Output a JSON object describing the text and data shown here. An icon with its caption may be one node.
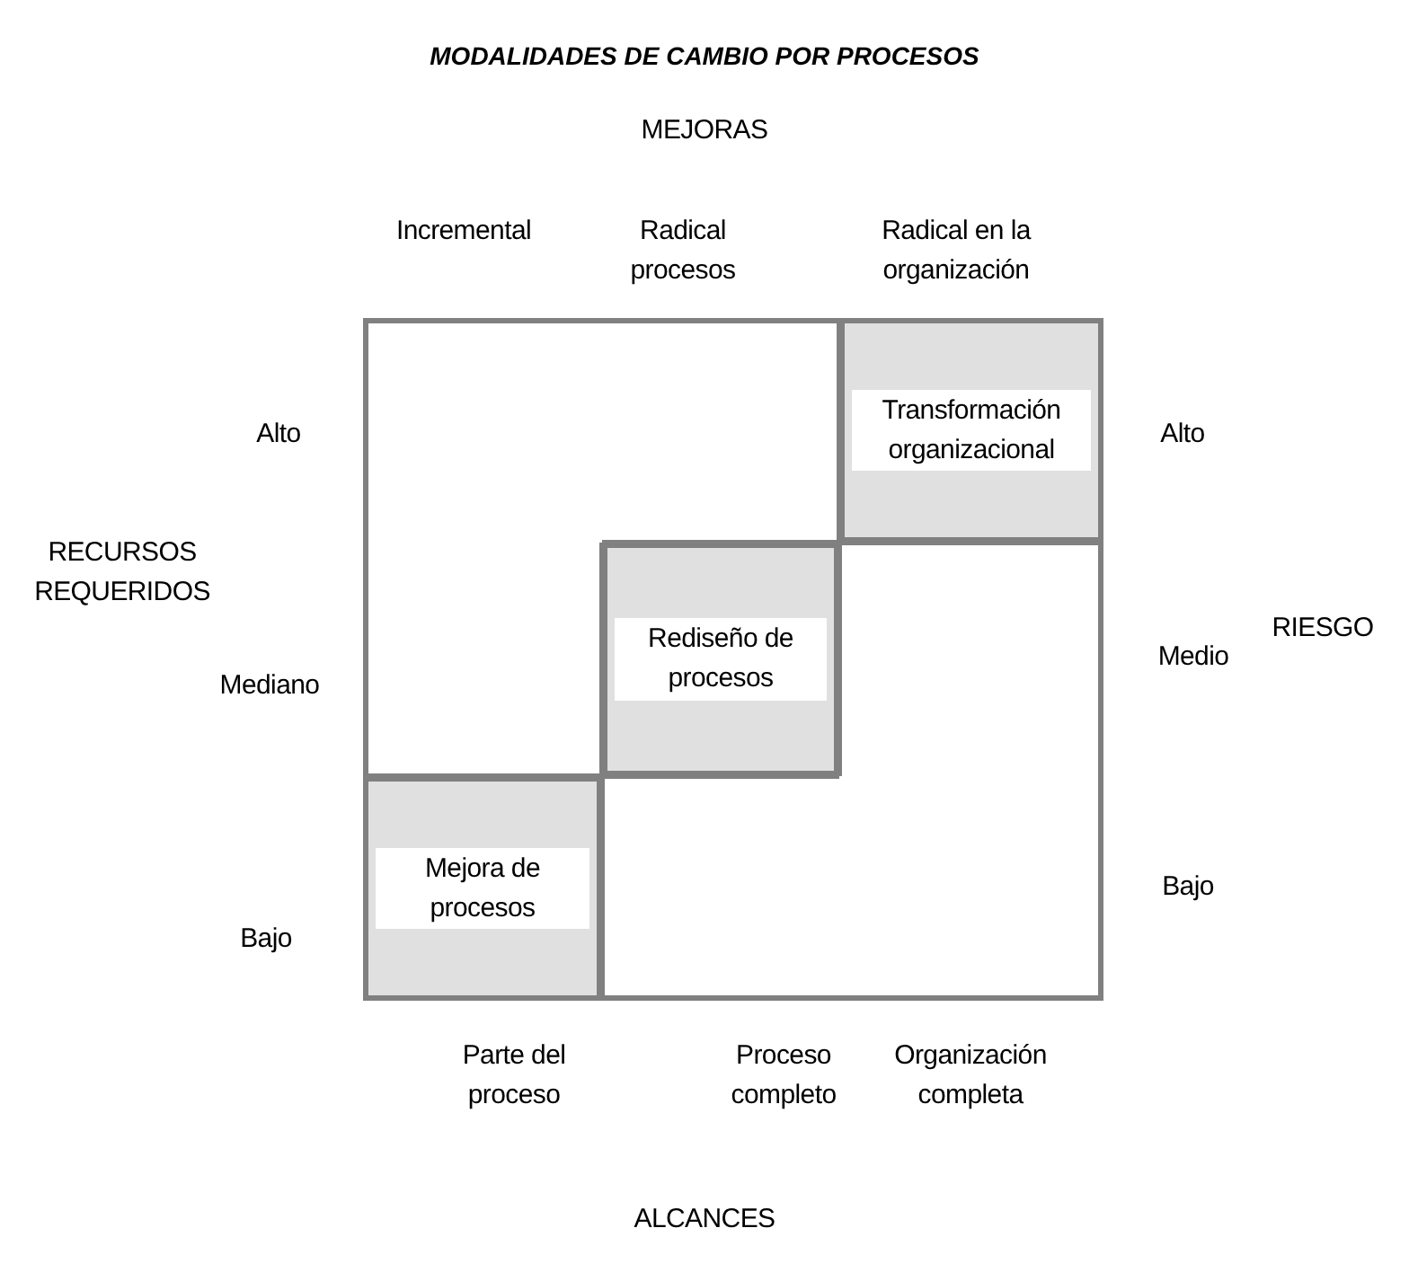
{
  "diagram": {
    "title": "MODALIDADES DE CAMBIO POR PROCESOS",
    "nodes": [
      {
        "text": [],
        "shape": "box"
      },
      {
        "text": [
          "Transformación organizacional"
        ],
        "in": 0
      },
      {
        "text": [
          "Rediseño de procesos"
        ],
        "in": 0
      },
      {
        "text": [
          "Mejora de procesos"
        ],
        "in": 0
      }
    ],
    "labels": [
      "MEJORAS",
      "Incremental",
      "Radical procesos",
      "Radical en la organización",
      "Alto",
      "Alto",
      "RECURSOS REQUERIDOS",
      "RIESGO",
      "Medio",
      "Mediano",
      "Bajo",
      "Bajo",
      "Parte del proceso",
      "Proceso completo",
      "Organización completa",
      "ALCANCES"
    ]
  }
}
